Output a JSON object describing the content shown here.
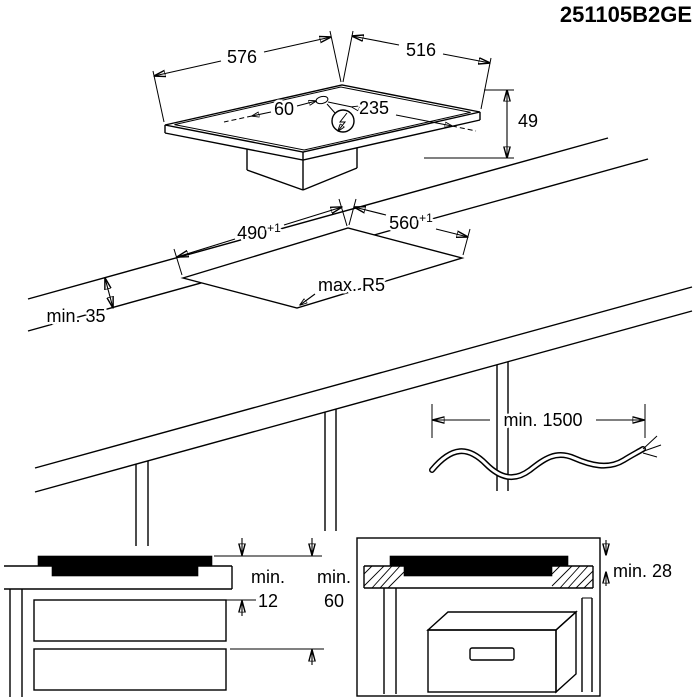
{
  "product_code": "251105B2GE",
  "colors": {
    "line": "#000000",
    "background": "#ffffff"
  },
  "icons": {
    "power_connection": "lightning-bolt"
  },
  "hob": {
    "width_mm": "576",
    "depth_mm": "516",
    "height_mm": "49",
    "cable_hole_offset_left": "60",
    "cable_hole_offset_right": "235"
  },
  "worktop": {
    "cutout_depth": "490",
    "cutout_depth_tolerance": "+1",
    "cutout_width": "560",
    "cutout_width_tolerance": "+1",
    "corner_radius": "max. R5",
    "edge_clearance": "min. 35"
  },
  "cable": {
    "min_length": "min. 1500"
  },
  "clearance_drawer": {
    "label": "min.",
    "value": "12"
  },
  "clearance_cavity": {
    "label": "min.",
    "value": "60"
  },
  "clearance_oven": {
    "label": "min. 28"
  }
}
